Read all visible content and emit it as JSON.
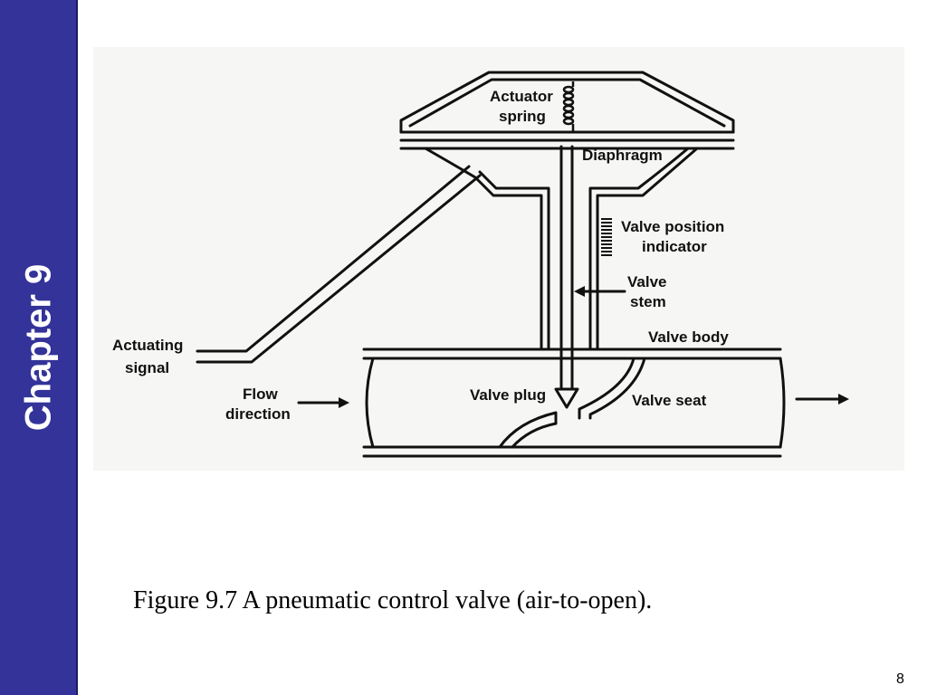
{
  "sidebar": {
    "chapter_label": "Chapter 9",
    "background": "#333399"
  },
  "figure": {
    "labels": {
      "actuator_spring_1": "Actuator",
      "actuator_spring_2": "spring",
      "diaphragm": "Diaphragm",
      "valve_position_1": "Valve position",
      "valve_position_2": "indicator",
      "valve_stem_1": "Valve",
      "valve_stem_2": "stem",
      "valve_body": "Valve body",
      "actuating_signal_1": "Actuating",
      "actuating_signal_2": "signal",
      "flow_direction_1": "Flow",
      "flow_direction_2": "direction",
      "valve_plug": "Valve plug",
      "valve_seat": "Valve seat"
    }
  },
  "caption": "Figure 9.7 A pneumatic control valve (air-to-open).",
  "page_number": "8"
}
